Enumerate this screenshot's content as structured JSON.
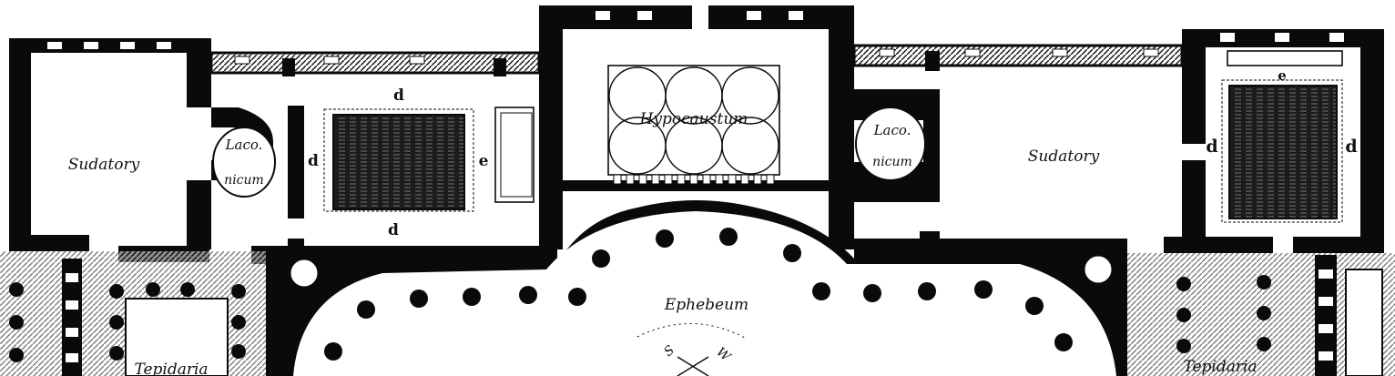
{
  "colors": {
    "wall": "#0a0a0a",
    "ground": "#ffffff",
    "pool": "#2a2a2a"
  },
  "labels": {
    "sudatory_left": "Sudatory",
    "laconicum_left_1": "Laco.",
    "laconicum_left_2": "nicum",
    "hypocaustum": "Hypocaustum",
    "laconicum_right_1": "Laco.",
    "laconicum_right_2": "nicum",
    "sudatory_right": "Sudatory",
    "ephebeum": "Ephebeum",
    "tepidaria_left": "Tepidaria",
    "tepidaria_right": "Tepidaria"
  },
  "letters": {
    "d_top": "d",
    "d_left": "d",
    "d_bottom": "d",
    "e_left": "e",
    "e_right": "e",
    "d_right_left": "d",
    "d_right_right": "d"
  },
  "compass": {
    "south": "S",
    "west": "W"
  }
}
